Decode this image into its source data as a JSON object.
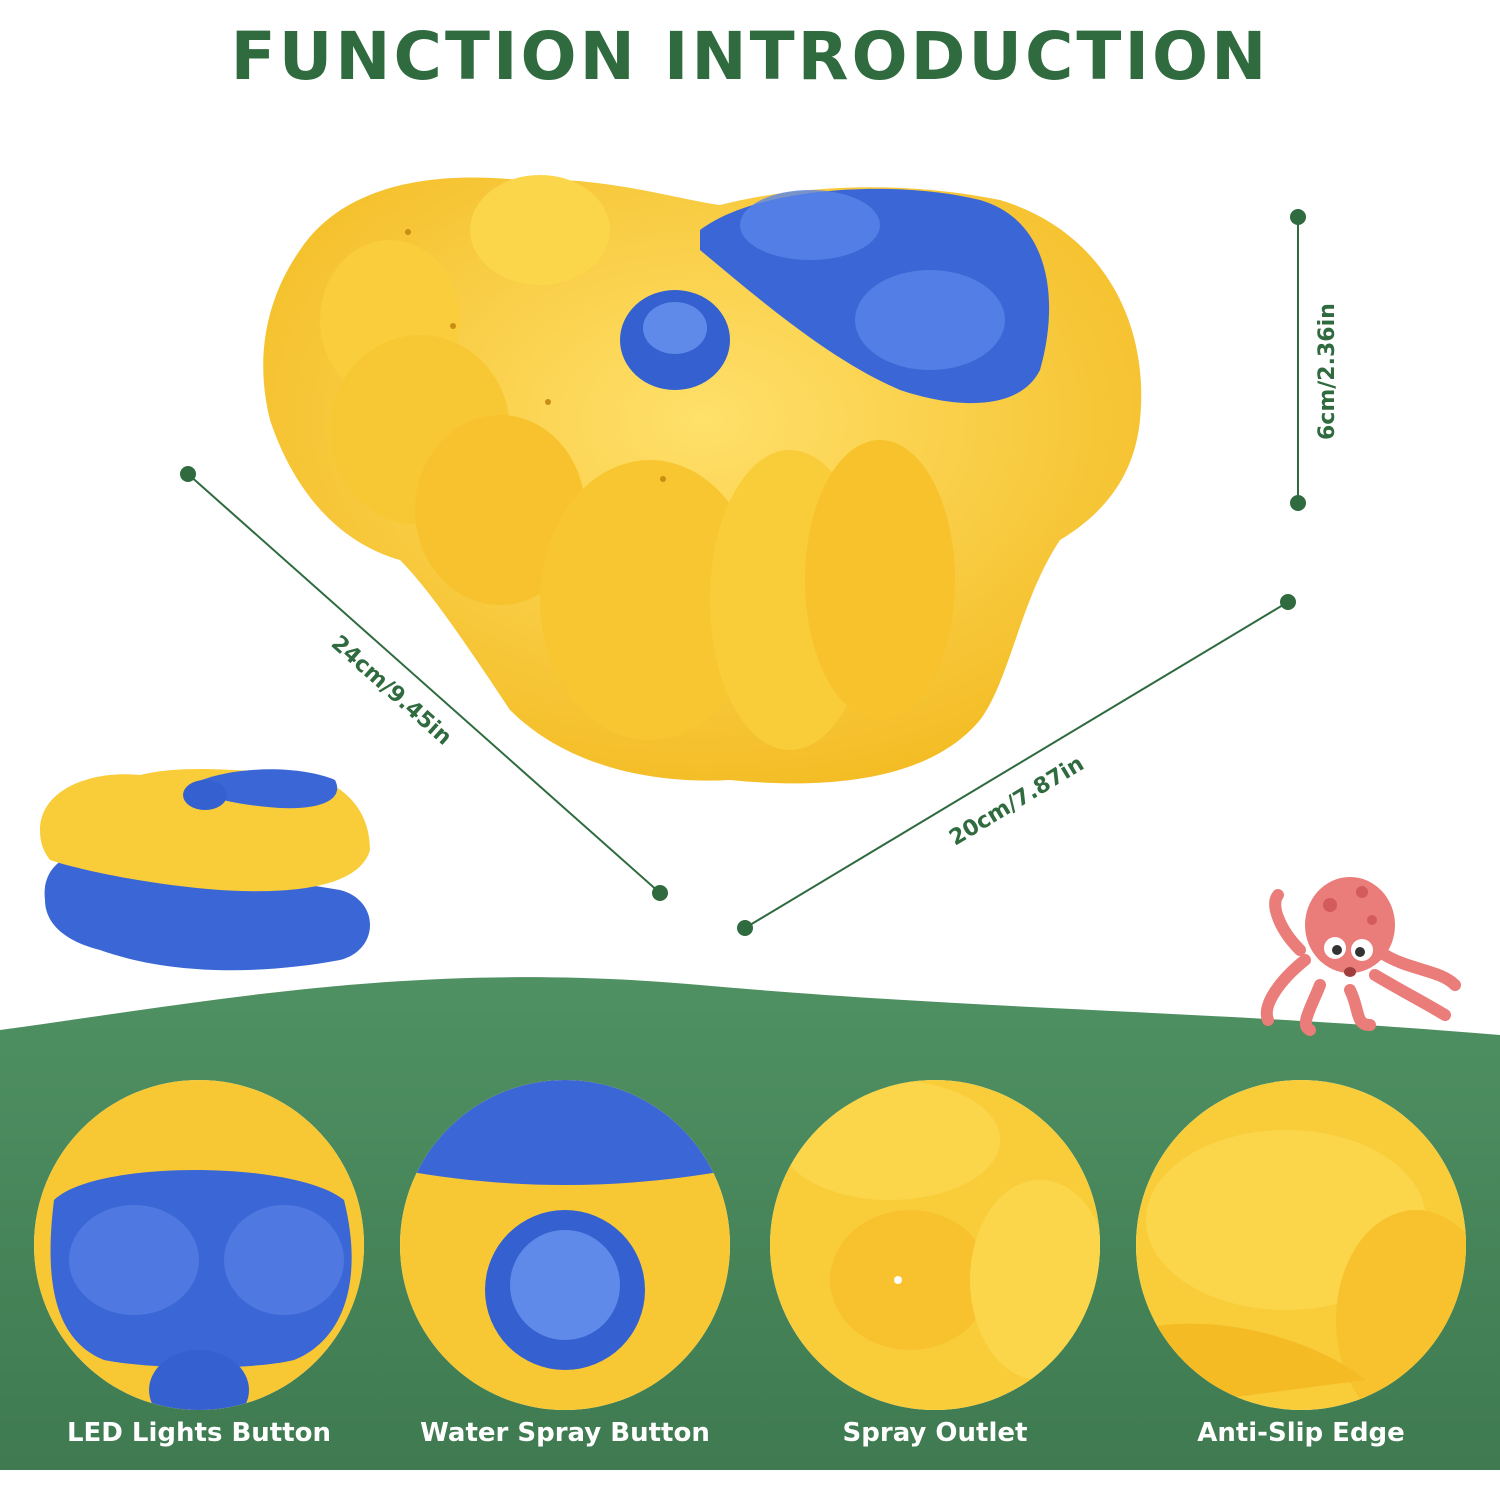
{
  "title": "FUNCTION INTRODUCTION",
  "dimensions": {
    "length": "24cm/9.45in",
    "width": "20cm/7.87in",
    "height": "6cm/2.36in"
  },
  "features": [
    {
      "label": "LED Lights Button"
    },
    {
      "label": "Water Spray Button"
    },
    {
      "label": "Spray Outlet"
    },
    {
      "label": "Anti-Slip Edge"
    }
  ],
  "colors": {
    "accent_green": "#2f6b3f",
    "wave_green": "#4a8a5e",
    "toy_yellow": "#f7c531",
    "toy_blue": "#3b67d6",
    "octopus_pink": "#ea7c7a"
  },
  "icons": [
    "octopus-icon"
  ]
}
